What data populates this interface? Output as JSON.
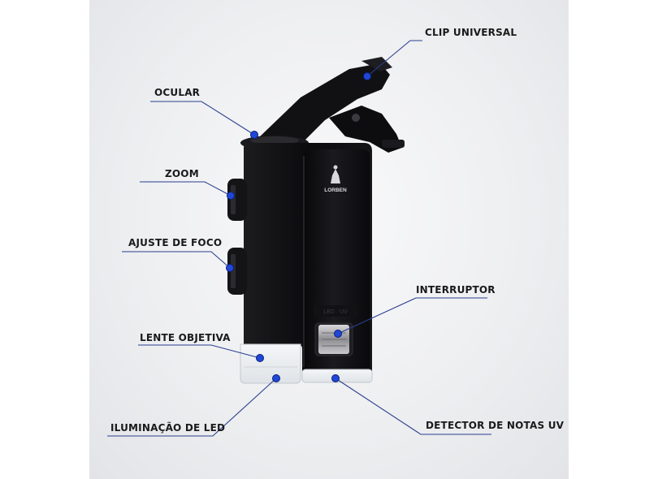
{
  "device": {
    "brand": "LORBEN",
    "switch_marking": "LED · UV"
  },
  "labels": {
    "clip": "CLIP UNIVERSAL",
    "ocular": "OCULAR",
    "zoom": "ZOOM",
    "focus": "AJUSTE DE FOCO",
    "switch": "INTERRUPTOR",
    "lens": "LENTE OBJETIVA",
    "led": "ILUMINAÇÃO DE LED",
    "uv": "DETECTOR DE NOTAS UV"
  },
  "colors": {
    "leader_line": "#2a3f8f",
    "marker": "#1f47d8",
    "body": "#0e0e10"
  }
}
